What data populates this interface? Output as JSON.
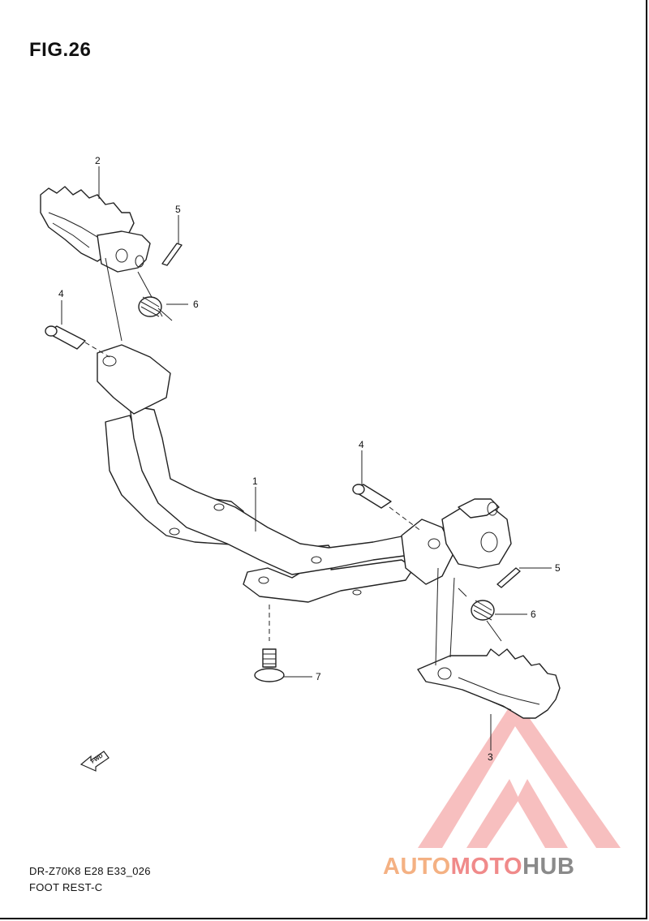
{
  "figure": {
    "title": "FIG.26",
    "model_code": "DR-Z70K8 E28 E33_026",
    "section_name": "FOOT REST-C"
  },
  "callouts": {
    "frame_bracket": "1",
    "left_footrest": "2",
    "right_footrest": "3",
    "pin_left": "4",
    "pin_right": "4",
    "cotter_pin_left": "5",
    "cotter_pin_right": "5",
    "spring_left": "6",
    "spring_right": "6",
    "bolt": "7"
  },
  "fwd_label": "FWD",
  "watermark": {
    "part_a": "AUTO",
    "part_b": "MOTO",
    "part_c": "HUB",
    "color_a": "#f4b183",
    "color_b": "#f08a8a",
    "color_c": "#8a8a8a",
    "logo_color": "#f28b8b"
  }
}
